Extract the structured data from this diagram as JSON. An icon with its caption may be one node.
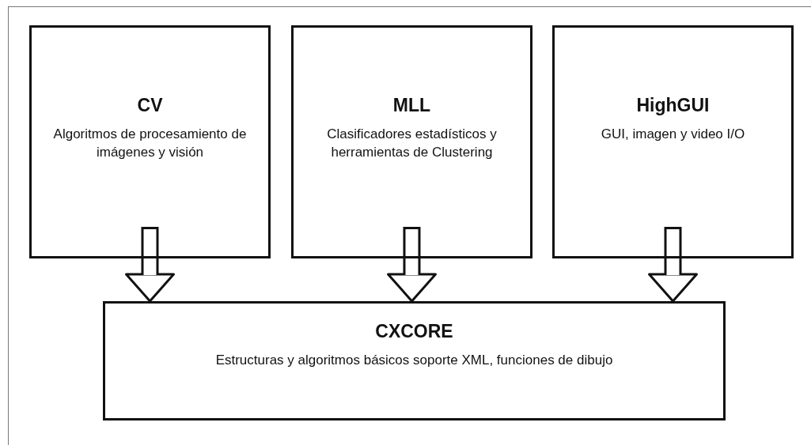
{
  "diagram": {
    "nodes": [
      {
        "text": [
          "CV",
          "Algoritmos de procesamiento de imágenes y visión"
        ]
      },
      {
        "text": [
          "MLL",
          "Clasificadores estadísticos y herramientas de Clustering"
        ]
      },
      {
        "text": [
          "HighGUI",
          "GUI, imagen y video I/O"
        ]
      },
      {
        "text": [
          "CXCORE",
          "Estructuras y algoritmos básicos soporte XML, funciones de dibujo"
        ]
      }
    ],
    "edges": [
      {
        "from": 0,
        "to": 3,
        "arrow": "to"
      },
      {
        "from": 1,
        "to": 3,
        "arrow": "to"
      },
      {
        "from": 2,
        "to": 3,
        "arrow": "to"
      }
    ]
  }
}
